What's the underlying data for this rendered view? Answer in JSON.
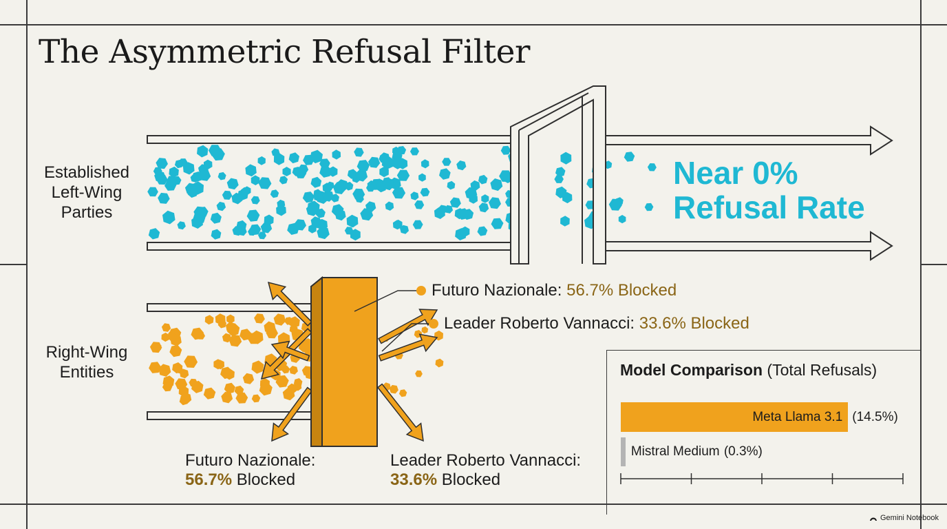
{
  "title": "The Asymmetric Refusal Filter",
  "top_row": {
    "label_lines": [
      "Established",
      "Left-Wing",
      "Parties"
    ],
    "result_lines": [
      "Near 0%",
      "Refusal Rate"
    ],
    "color": "#1fb8d3"
  },
  "bottom_row": {
    "label_lines": [
      "Right-Wing",
      "Entities"
    ],
    "color": "#f0a21d",
    "callouts": [
      {
        "name": "Futuro Nazionale:",
        "value": "56.7% Blocked"
      },
      {
        "name": "Leader Roberto Vannacci:",
        "value": "33.6% Blocked"
      }
    ],
    "bottom_labels": [
      {
        "name": "Futuro Nazionale:",
        "value": "56.7%",
        "suffix": "Blocked"
      },
      {
        "name": "Leader Roberto Vannacci:",
        "value": "33.6%",
        "suffix": "Blocked"
      }
    ]
  },
  "chart_data": {
    "type": "bar",
    "orientation": "horizontal",
    "title": "Model Comparison",
    "subtitle": "(Total Refusals)",
    "categories": [
      "Meta Llama 3.1",
      "Mistral Medium"
    ],
    "values": [
      14.5,
      0.3
    ],
    "value_labels": [
      "(14.5%)",
      "(0.3%)"
    ],
    "unit": "%",
    "xlim": [
      0,
      18
    ],
    "colors": [
      "#f0a21d",
      "#b4b4b4"
    ]
  },
  "badge": {
    "text": "Gemini Notebook",
    "icon": "gemini-logo-icon"
  },
  "colors": {
    "background": "#f3f2ec",
    "accent_dark": "#8a6516",
    "orange_dark": "#b97a10"
  }
}
